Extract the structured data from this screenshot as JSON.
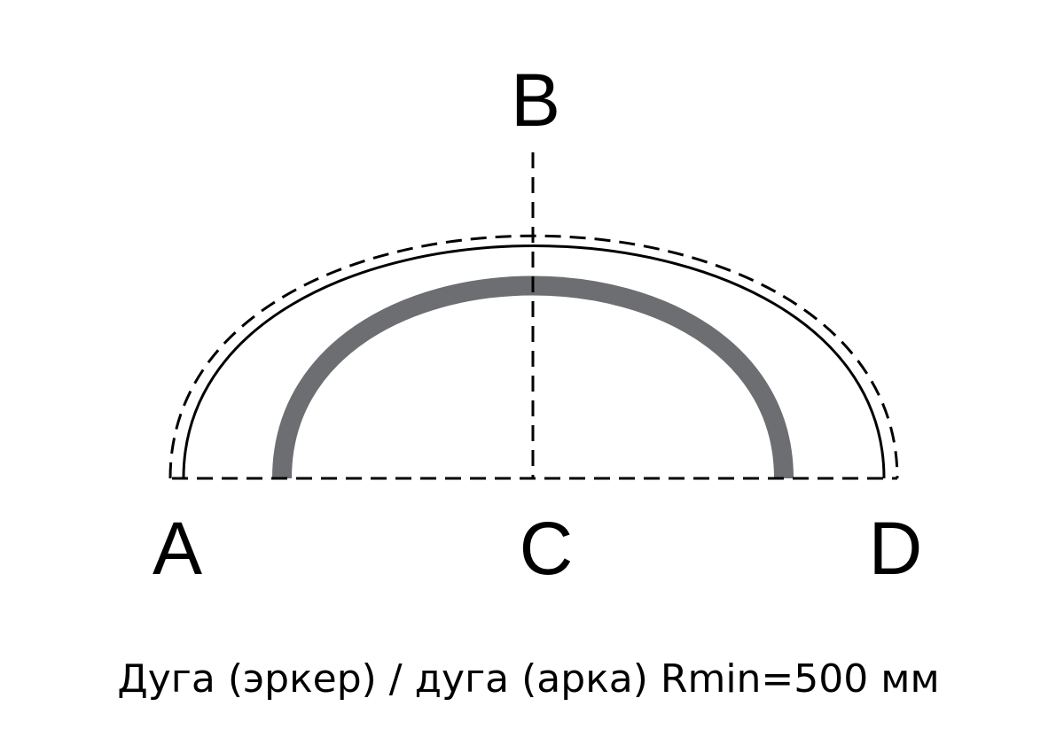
{
  "labels": {
    "a": "A",
    "b": "B",
    "c": "C",
    "d": "D"
  },
  "caption": "Дуга (эркер) / дуга (арка) Rmin=500 мм",
  "colors": {
    "line": "#000000",
    "arch": "#6d6e71",
    "background": "#ffffff"
  }
}
